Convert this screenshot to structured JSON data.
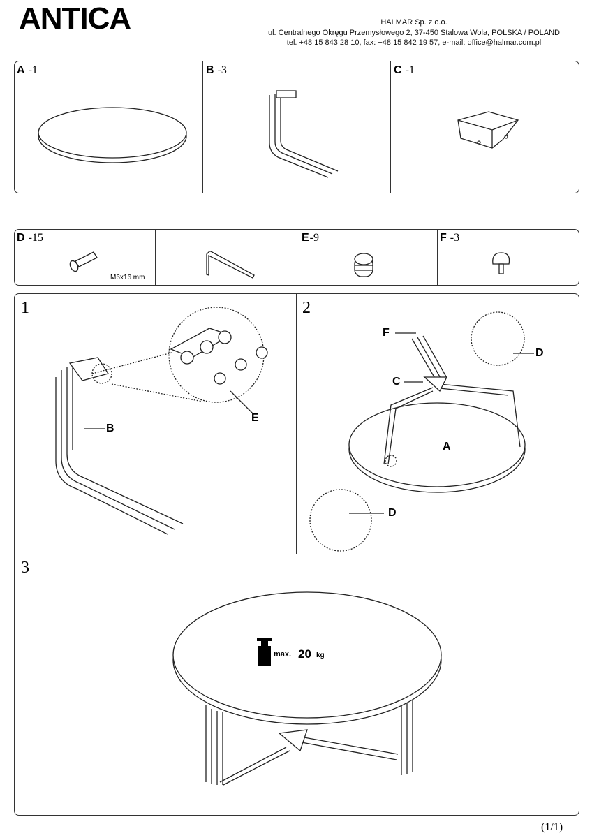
{
  "header": {
    "title": "ANTICA",
    "company": "HALMAR Sp. z o.o.",
    "address": "ul. Centralnego Okręgu Przemysłowego 2, 37-450 Stalowa Wola, POLSKA / POLAND",
    "contact": "tel. +48 15 843 28 10, fax: +48 15 842 19 57, e-mail: office@halmar.com.pl"
  },
  "parts": [
    {
      "letter": "A",
      "qty": "-1"
    },
    {
      "letter": "B",
      "qty": "-3"
    },
    {
      "letter": "C",
      "qty": "-1"
    },
    {
      "letter": "D",
      "qty": "-15",
      "note": "M6x16 mm"
    },
    {
      "letter": "E",
      "qty": "-9"
    },
    {
      "letter": "F",
      "qty": "-3"
    }
  ],
  "steps": {
    "s1": {
      "num": "1",
      "callouts": [
        "B",
        "E"
      ]
    },
    "s2": {
      "num": "2",
      "callouts": [
        "F",
        "D",
        "C",
        "A",
        "D"
      ]
    },
    "s3": {
      "num": "3",
      "max_label": "max.",
      "max_value": "20",
      "max_unit": "kg"
    }
  },
  "footer": {
    "page": "(1/1)"
  }
}
